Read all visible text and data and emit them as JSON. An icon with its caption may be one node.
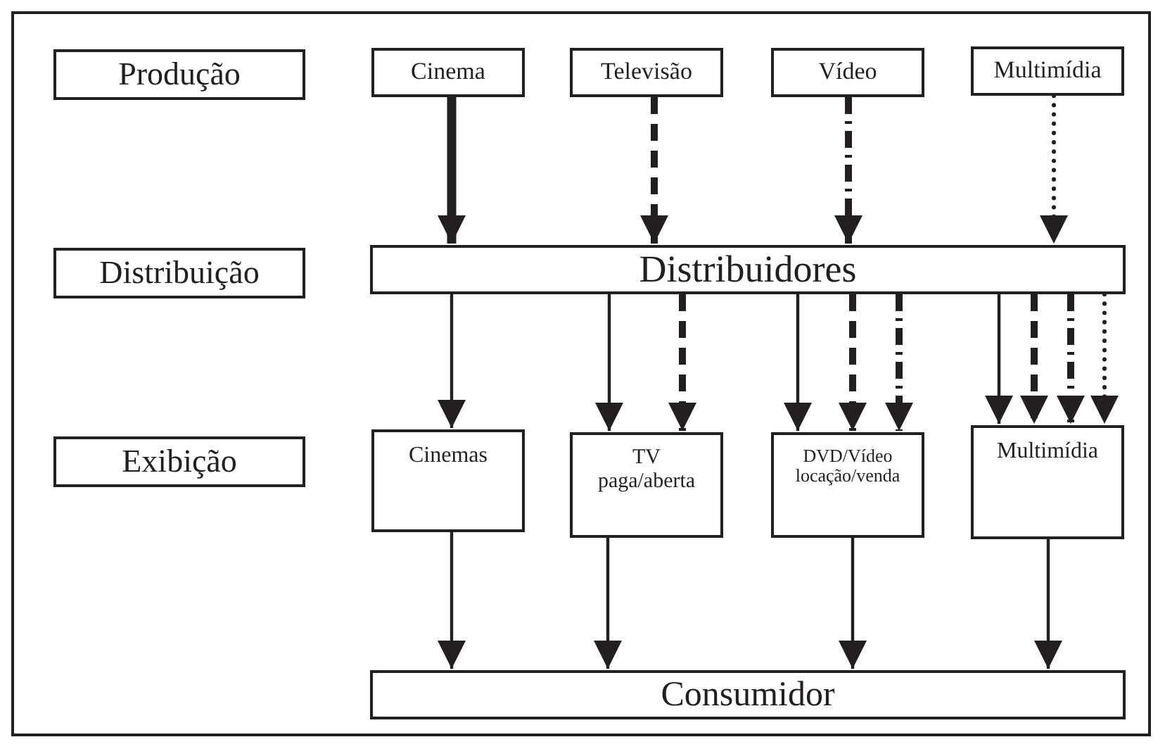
{
  "diagram": {
    "nodes": [
      {
        "text": [
          "Produção"
        ]
      },
      {
        "text": [
          "Cinema"
        ]
      },
      {
        "text": [
          "Televisão"
        ]
      },
      {
        "text": [
          "Vídeo"
        ]
      },
      {
        "text": [
          "Multimídia"
        ]
      },
      {
        "text": [
          "Distribuição"
        ]
      },
      {
        "text": [
          "Distribuidores"
        ]
      },
      {
        "text": [
          "Exibição"
        ]
      },
      {
        "text": [
          "Cinemas"
        ]
      },
      {
        "text": [
          "TV paga/aberta"
        ]
      },
      {
        "text": [
          "DVD/Vídeo locação/venda"
        ]
      },
      {
        "text": [
          "Multimídia"
        ]
      },
      {
        "text": [
          "Consumidor"
        ]
      }
    ],
    "edges": [
      {
        "from": 1,
        "to": 6,
        "arrow": "to",
        "style": "thick"
      },
      {
        "from": 2,
        "to": 6,
        "arrow": "to",
        "style": "dashed"
      },
      {
        "from": 3,
        "to": 6,
        "arrow": "to",
        "style": "dashed"
      },
      {
        "from": 4,
        "to": 6,
        "arrow": "to",
        "style": "dashed"
      },
      {
        "from": 6,
        "to": 8,
        "arrow": "to"
      },
      {
        "from": 6,
        "to": 9,
        "arrow": "to"
      },
      {
        "from": 6,
        "to": 9,
        "arrow": "to",
        "style": "dashed"
      },
      {
        "from": 6,
        "to": 10,
        "arrow": "to"
      },
      {
        "from": 6,
        "to": 10,
        "arrow": "to",
        "style": "dashed"
      },
      {
        "from": 6,
        "to": 10,
        "arrow": "to",
        "style": "dashed"
      },
      {
        "from": 6,
        "to": 11,
        "arrow": "to"
      },
      {
        "from": 6,
        "to": 11,
        "arrow": "to",
        "style": "dashed"
      },
      {
        "from": 6,
        "to": 11,
        "arrow": "to",
        "style": "dashed"
      },
      {
        "from": 6,
        "to": 11,
        "arrow": "to",
        "style": "dashed"
      },
      {
        "from": 8,
        "to": 12,
        "arrow": "to"
      },
      {
        "from": 9,
        "to": 12,
        "arrow": "to"
      },
      {
        "from": 10,
        "to": 12,
        "arrow": "to"
      },
      {
        "from": 11,
        "to": 12,
        "arrow": "to"
      }
    ]
  }
}
